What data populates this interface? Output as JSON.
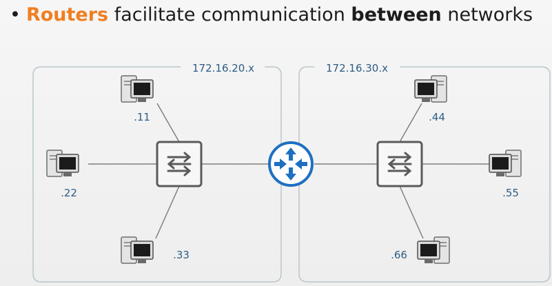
{
  "slide": {
    "bullet": "•",
    "headline_part1": "Routers",
    "headline_part2": "facilitate communication",
    "headline_part3": "between",
    "headline_part4": "networks"
  },
  "networks": [
    {
      "label": "172.16.20.x",
      "hosts": [
        ".11",
        ".22",
        ".33"
      ]
    },
    {
      "label": "172.16.30.x",
      "hosts": [
        ".44",
        ".55",
        ".66"
      ]
    }
  ],
  "colors": {
    "accent_orange": "#ef7f22",
    "router_blue": "#1f6fc1",
    "label_blue": "#2c5d86",
    "switch_gray": "#5a5a5a"
  },
  "icons": {
    "router": "router-icon",
    "switch": "switch-icon",
    "host": "computer-icon"
  }
}
